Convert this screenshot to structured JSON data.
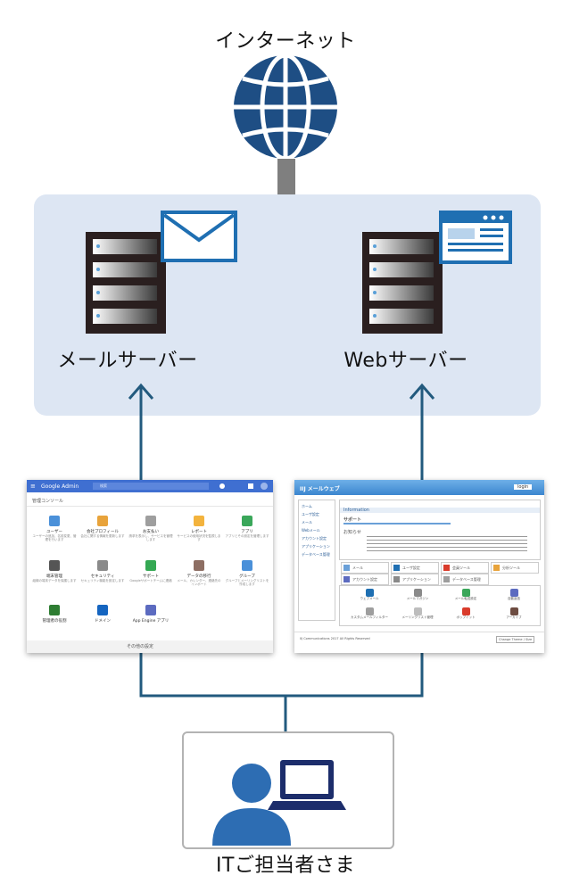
{
  "internet": {
    "label": "インターネット",
    "icon": "globe-icon",
    "color": "#1e4e84"
  },
  "mail_server": {
    "label": "メールサーバー",
    "icon": "envelope-icon"
  },
  "web_server": {
    "label": "Webサーバー",
    "icon": "browser-window-icon"
  },
  "admin_user": {
    "label": "ITご担当者さま",
    "icon": "user-with-laptop-icon"
  },
  "google_admin": {
    "brand": "Google Admin",
    "search_placeholder": "検索",
    "section_title": "管理コンソール",
    "more": "その他の設定",
    "items": [
      {
        "title": "ユーザー",
        "sub": "ユーザーの追加、名前変更、管理を行います"
      },
      {
        "title": "会社プロフィール",
        "sub": "会社に関する情報を更新します"
      },
      {
        "title": "お支払い",
        "sub": "請求を表示し、サービスを管理します"
      },
      {
        "title": "レポート",
        "sub": "サービスの使用状況を監視します"
      },
      {
        "title": "アプリ",
        "sub": "アプリとその設定を管理します"
      },
      {
        "title": "端末管理",
        "sub": "組織の端末データを保護します"
      },
      {
        "title": "セキュリティ",
        "sub": "セキュリティ機能を設定します"
      },
      {
        "title": "サポート",
        "sub": "Googleサポートチームに連絡"
      },
      {
        "title": "データの移行",
        "sub": "メール、カレンダー、連絡先のインポート"
      },
      {
        "title": "グループ",
        "sub": "グループとメーリングリストを作成します"
      },
      {
        "title": "管理者の役割",
        "sub": ""
      },
      {
        "title": "ドメイン",
        "sub": ""
      },
      {
        "title": "App Engine アプリ",
        "sub": ""
      }
    ]
  },
  "web_console": {
    "brand": "IIJ メールウェブ",
    "login": "login",
    "nav_items": [
      "ホーム",
      "ユーザ設定",
      "メール",
      "Webメール",
      "アカウント設定",
      "アプリケーション",
      "データベース管理"
    ],
    "info_header": "Information",
    "support": "サポート",
    "history": "お知らせ",
    "tiles": [
      "メール",
      "ユーザ設定",
      "会員ツール",
      "分析ツール",
      "アカウント設定",
      "アプリケーション",
      "データベース管理"
    ],
    "bottom_items": [
      "ウェブメール",
      "メールマガジン",
      "メール転送設定",
      "自動返信",
      "カスタムメールフィルター",
      "メーリングリスト管理",
      "ポップイット",
      "アーカイブ"
    ],
    "footer": "IIJ Communications 2017 All Rights Reserved",
    "footer_button": "Change Theme / Size"
  }
}
